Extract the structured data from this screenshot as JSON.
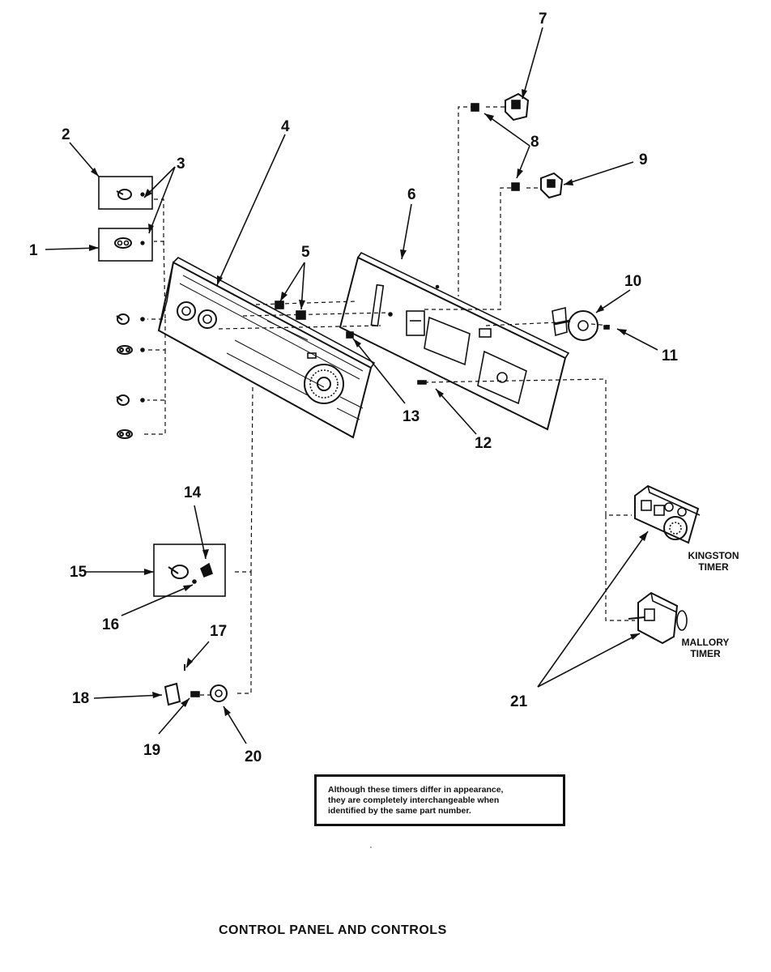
{
  "title": "CONTROL PANEL AND CONTROLS",
  "note": {
    "lines": [
      "Although these timers differ in appearance,",
      "they are completely interchangeable when",
      "identified by the same part number."
    ]
  },
  "timers": {
    "kingston": [
      "KINGSTON",
      "TIMER"
    ],
    "mallory": [
      "MALLORY",
      "TIMER"
    ]
  },
  "callouts": [
    "1",
    "2",
    "3",
    "4",
    "5",
    "6",
    "7",
    "8",
    "9",
    "10",
    "11",
    "12",
    "13",
    "14",
    "15",
    "16",
    "17",
    "18",
    "19",
    "20",
    "21"
  ]
}
